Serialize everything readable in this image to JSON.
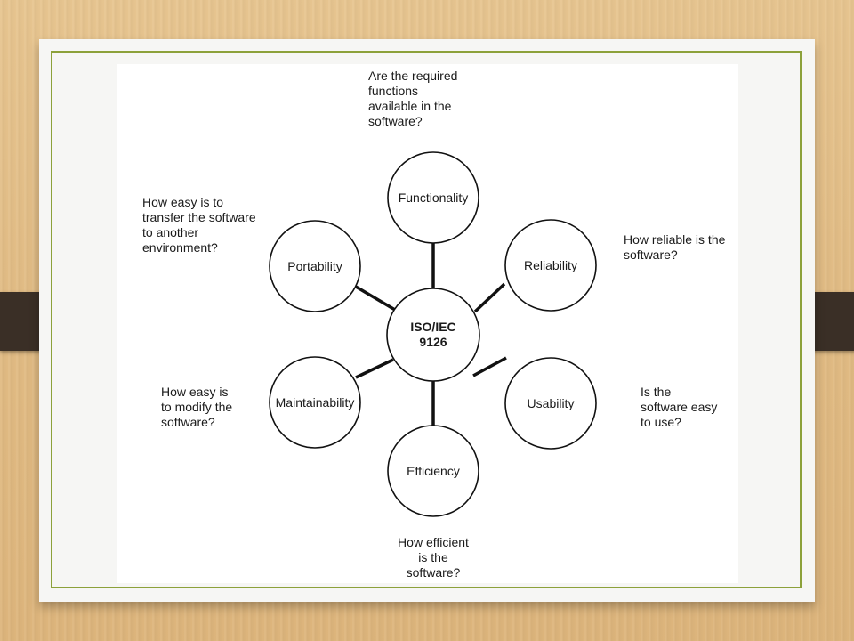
{
  "colors": {
    "background": "#e2bd86",
    "tabs": "#3a2f26",
    "card": "#f6f6f4",
    "frame_border": "#8ca13a",
    "lines": "#111111"
  },
  "center": {
    "line1": "ISO/IEC",
    "line2": "9126"
  },
  "characteristics": {
    "functionality": "Functionality",
    "reliability": "Reliability",
    "usability": "Usability",
    "efficiency": "Efficiency",
    "maintainability": "Maintainability",
    "portability": "Portability"
  },
  "questions": {
    "functionality": [
      "Are the required",
      "functions",
      "available in the",
      "software?"
    ],
    "reliability": [
      "How reliable is the",
      "software?"
    ],
    "usability": [
      "Is the",
      "software easy",
      "to use?"
    ],
    "efficiency": [
      "How efficient",
      "is the",
      "software?"
    ],
    "maintainability": [
      "How easy is",
      "to modify the",
      "software?"
    ],
    "portability": [
      "How easy is to",
      "transfer the software",
      "to another",
      "environment?"
    ]
  }
}
